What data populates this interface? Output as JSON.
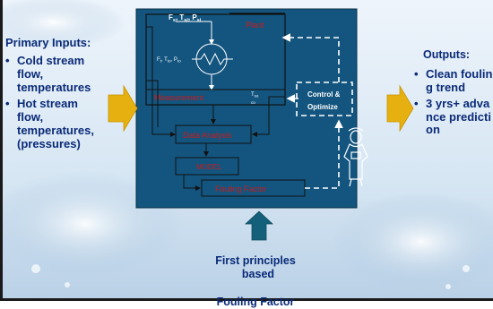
{
  "left_panel": {
    "title": "Primary Inputs:",
    "items": [
      "Cold stream flow, temperatures",
      "Hot stream flow, temperatures, (pressures)"
    ]
  },
  "right_panel": {
    "title": "Outputs:",
    "items": [
      "Clean fouling trend",
      "3 yrs+ advance prediction"
    ]
  },
  "bottom_caption": {
    "line1": "First principles",
    "line2": "based",
    "line3": "Fouling Factor"
  },
  "diagram": {
    "plant_label": "Plant",
    "measurement_label": "Measurement",
    "data_analysis_label": "Data Analysis",
    "model_label": "MODEL",
    "fouling_factor_label": "Fouling Factor",
    "control_label_line1": "Control &",
    "control_label_line2": "Optimize",
    "top_vars": "F",
    "top_vars_sub1": "s",
    "top_vars_t": ", T",
    "top_vars_sub2": "si",
    "top_vars_p": ", P",
    "top_vars_sub3": "si",
    "side_vars": "F",
    "side_vars_sub1": "t",
    "side_vars_t": ", T",
    "side_vars_sub2": "to",
    "side_vars_p": ", P",
    "side_vars_sub3": "to",
    "out_vars": "T",
    "out_vars_sub": "so",
    "out_vars_extra": "co"
  },
  "colors": {
    "panel_blue": "#13557f",
    "label_red": "#cc1a1a",
    "text_navy": "#0a2a78",
    "arrow_gold": "#e6b010",
    "arrow_teal": "#14607a"
  }
}
